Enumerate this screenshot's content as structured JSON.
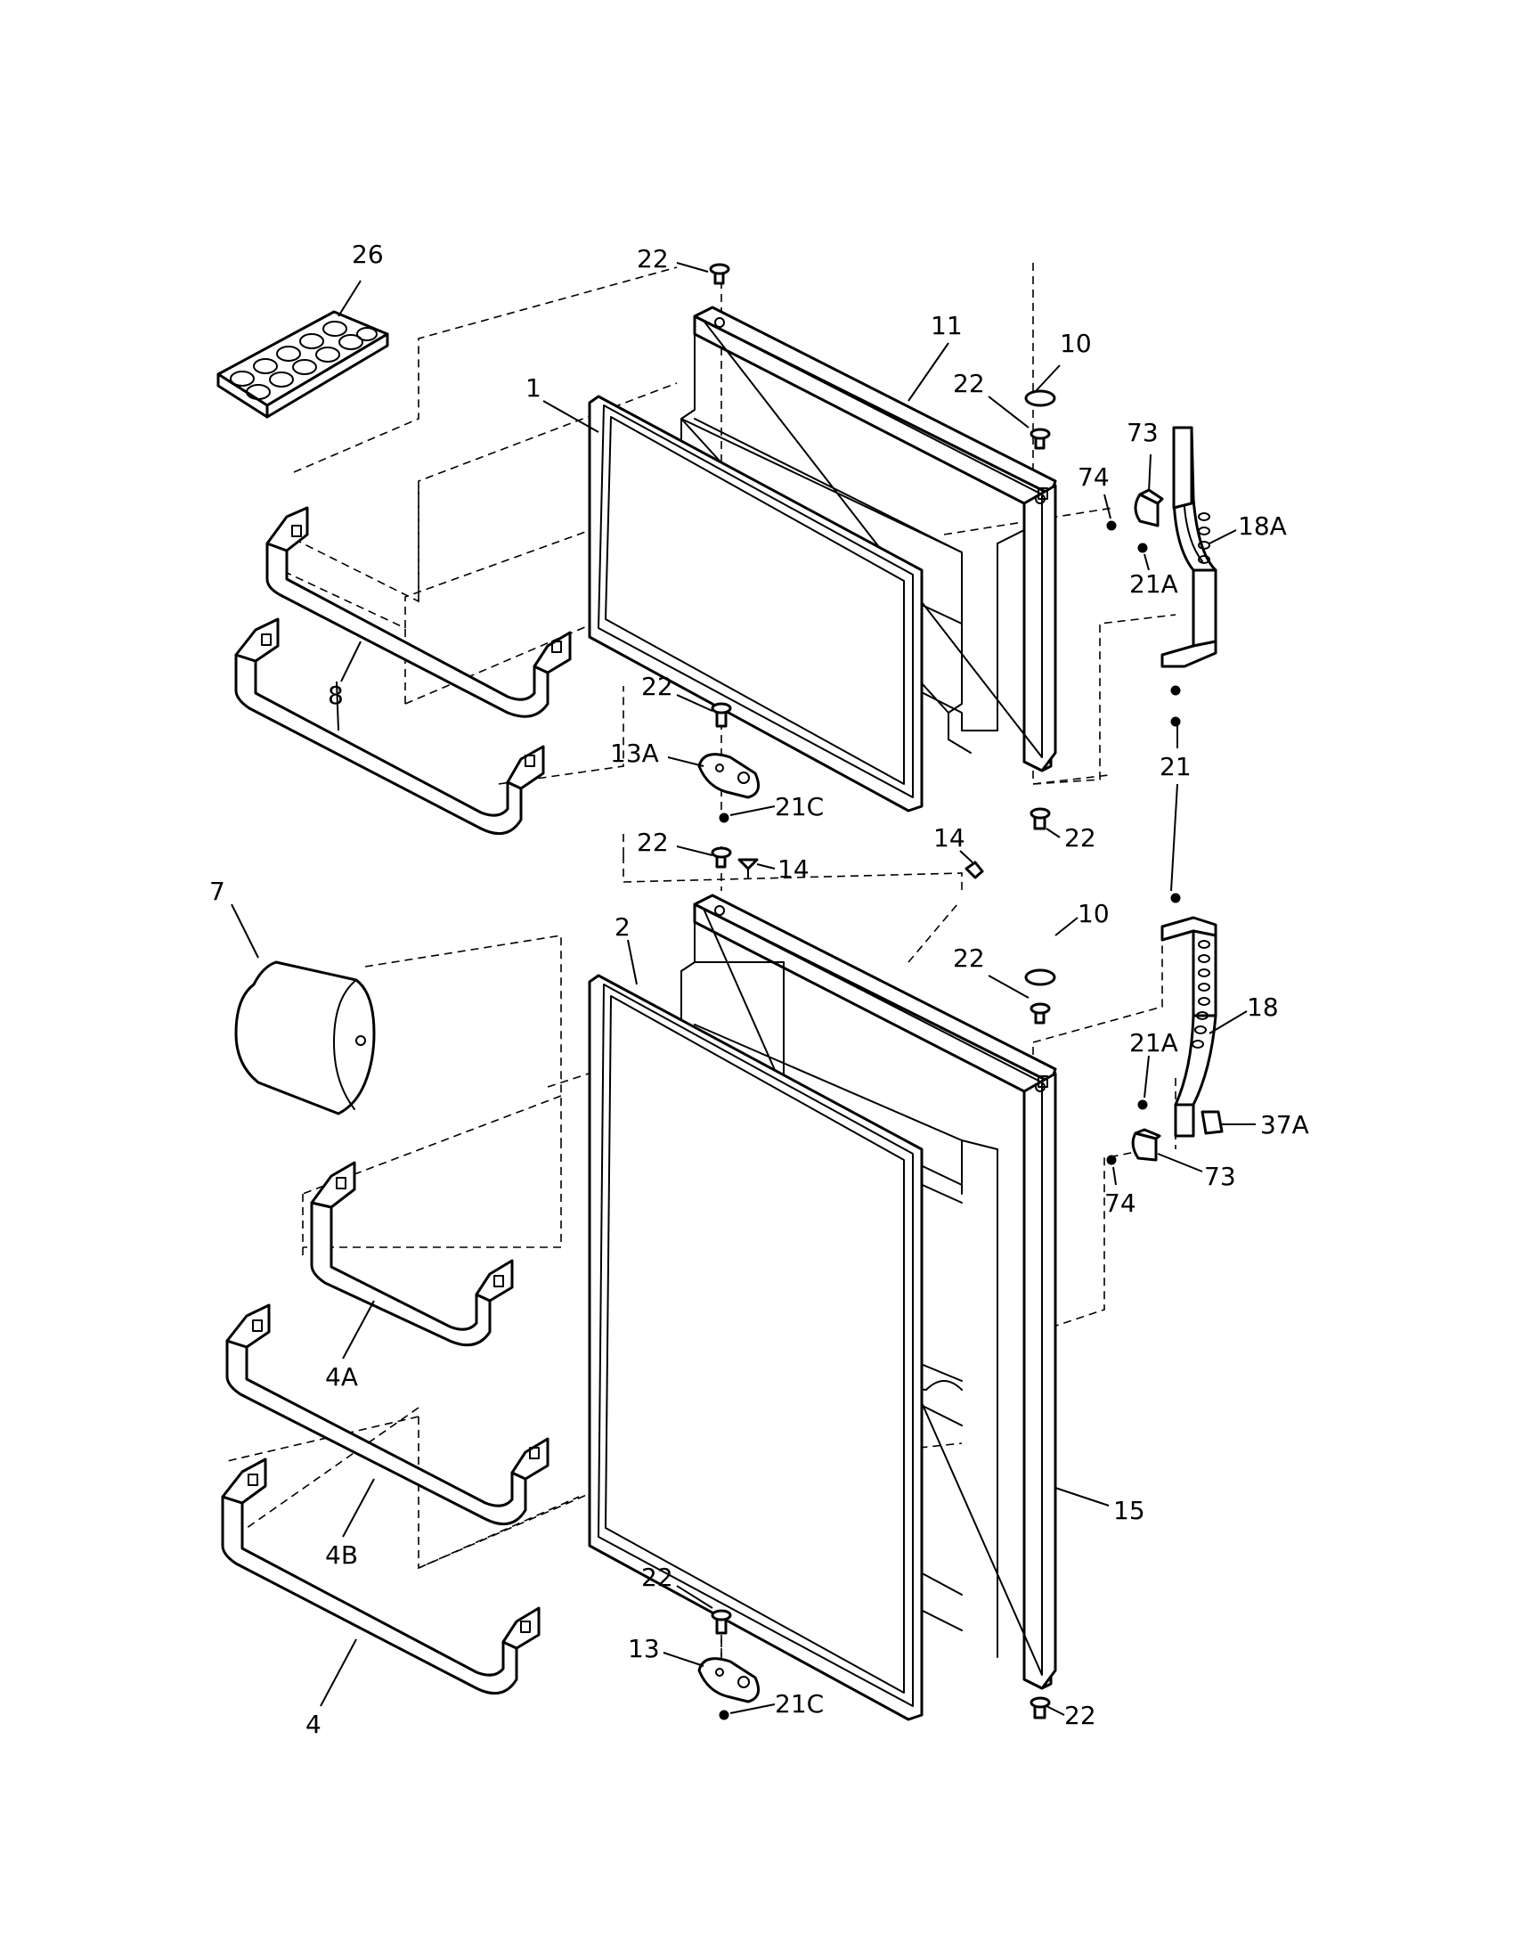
{
  "diagram": {
    "callouts": [
      {
        "id": "c26",
        "text": "26"
      },
      {
        "id": "c22a",
        "text": "22"
      },
      {
        "id": "c11",
        "text": "11"
      },
      {
        "id": "c10a",
        "text": "10"
      },
      {
        "id": "c22b",
        "text": "22"
      },
      {
        "id": "c1",
        "text": "1"
      },
      {
        "id": "c73a",
        "text": "73"
      },
      {
        "id": "c74a",
        "text": "74"
      },
      {
        "id": "c18A",
        "text": "18A"
      },
      {
        "id": "c21Aa",
        "text": "21A"
      },
      {
        "id": "c8",
        "text": "8"
      },
      {
        "id": "c22c",
        "text": "22"
      },
      {
        "id": "c13A",
        "text": "13A"
      },
      {
        "id": "c21Ca",
        "text": "21C"
      },
      {
        "id": "c22d",
        "text": "22"
      },
      {
        "id": "c21",
        "text": "21"
      },
      {
        "id": "c22e",
        "text": "22"
      },
      {
        "id": "c14a",
        "text": "14"
      },
      {
        "id": "c14b",
        "text": "14"
      },
      {
        "id": "c7",
        "text": "7"
      },
      {
        "id": "c2",
        "text": "2"
      },
      {
        "id": "c10b",
        "text": "10"
      },
      {
        "id": "c22f",
        "text": "22"
      },
      {
        "id": "c18",
        "text": "18"
      },
      {
        "id": "c21Ab",
        "text": "21A"
      },
      {
        "id": "c37A",
        "text": "37A"
      },
      {
        "id": "c73b",
        "text": "73"
      },
      {
        "id": "c74b",
        "text": "74"
      },
      {
        "id": "c4A",
        "text": "4A"
      },
      {
        "id": "c4B",
        "text": "4B"
      },
      {
        "id": "c15",
        "text": "15"
      },
      {
        "id": "c22g",
        "text": "22"
      },
      {
        "id": "c13",
        "text": "13"
      },
      {
        "id": "c21Cb",
        "text": "21C"
      },
      {
        "id": "c4",
        "text": "4"
      },
      {
        "id": "c22h",
        "text": "22"
      }
    ]
  }
}
